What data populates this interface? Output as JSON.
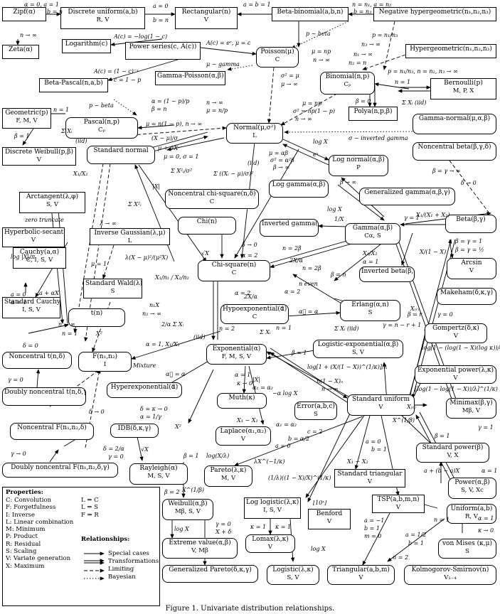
{
  "caption": "Figure 1.   Univariate distribution relationships.",
  "nodes": [
    {
      "id": "zipf",
      "name": "Zipf(α)",
      "sub": ""
    },
    {
      "id": "discunif",
      "name": "Discrete uniform(a,b)",
      "sub": "R, V"
    },
    {
      "id": "rect",
      "name": "Rectangular(n)",
      "sub": "V"
    },
    {
      "id": "betabin",
      "name": "Beta-binomial(a,b,n)",
      "sub": ""
    },
    {
      "id": "neghyper",
      "name": "Negative hypergeometric(n₁,n₂,n₃)",
      "sub": ""
    },
    {
      "id": "zeta",
      "name": "Zeta(α)",
      "sub": ""
    },
    {
      "id": "logarithm",
      "name": "Logarithm(c)",
      "sub": ""
    },
    {
      "id": "powerseries",
      "name": "Power series(c, A(c))",
      "sub": ""
    },
    {
      "id": "poisson",
      "name": "Poisson(μ)",
      "sub": "C"
    },
    {
      "id": "hypergeo",
      "name": "Hypergeometric(n₁,n₂,n₃)",
      "sub": ""
    },
    {
      "id": "gammapoisson",
      "name": "Gamma-Poisson(α,β)",
      "sub": ""
    },
    {
      "id": "betapascal",
      "name": "Beta-Pascal(n,a,b)",
      "sub": ""
    },
    {
      "id": "binomial",
      "name": "Binomial(n,p)",
      "sub": "Cₚ"
    },
    {
      "id": "bernoulli",
      "name": "Bernoulli(p)",
      "sub": "M, P, X"
    },
    {
      "id": "geometric",
      "name": "Geometric(p)",
      "sub": "F, M, V"
    },
    {
      "id": "pascal",
      "name": "Pascal(n,p)",
      "sub": "Cₚ"
    },
    {
      "id": "polya",
      "name": "Polya(n,p,β)",
      "sub": ""
    },
    {
      "id": "normal",
      "name": "Normal(μ,σ²)",
      "sub": "L"
    },
    {
      "id": "gammanormal",
      "name": "Gamma-normal(μ,α,β)",
      "sub": ""
    },
    {
      "id": "discweibull",
      "name": "Discrete Weibull(p,β)",
      "sub": "V"
    },
    {
      "id": "stdnormal",
      "name": "Standard normal",
      "sub": ""
    },
    {
      "id": "lognormal",
      "name": "Log normal(α,β)",
      "sub": "P"
    },
    {
      "id": "noncbeta",
      "name": "Noncentral beta(β,γ,δ)",
      "sub": ""
    },
    {
      "id": "loggamma",
      "name": "Log gamma(α,β)",
      "sub": ""
    },
    {
      "id": "gengamma",
      "name": "Generalized gamma(α,β,γ)",
      "sub": ""
    },
    {
      "id": "arctangent",
      "name": "Arctangent(λ,φ)",
      "sub": "S, V"
    },
    {
      "id": "noncchisq",
      "name": "Noncentral chi-square(n,δ)",
      "sub": "C"
    },
    {
      "id": "hypsecant",
      "name": "Hyperbolic-secant",
      "sub": "V"
    },
    {
      "id": "chi",
      "name": "Chi(n)",
      "sub": ""
    },
    {
      "id": "invgamma",
      "name": "Inverted gamma(α,β)",
      "sub": ""
    },
    {
      "id": "gamma",
      "name": "Gamma(α,β)",
      "sub": "Cα, S"
    },
    {
      "id": "beta",
      "name": "Beta(β,γ)",
      "sub": ""
    },
    {
      "id": "invgauss",
      "name": "Inverse Gaussian(λ,μ)",
      "sub": "L"
    },
    {
      "id": "cauchy",
      "name": "Cauchy(a,α)",
      "sub": "C, I, S, V"
    },
    {
      "id": "chisq",
      "name": "Chi-square(n)",
      "sub": "C"
    },
    {
      "id": "invbeta",
      "name": "Inverted beta(β,γ)",
      "sub": ""
    },
    {
      "id": "arcsin",
      "name": "Arcsin",
      "sub": "V"
    },
    {
      "id": "stdwald",
      "name": "Standard Wald(λ)",
      "sub": "S"
    },
    {
      "id": "makeham",
      "name": "Makeham(δ,κ,γ)",
      "sub": ""
    },
    {
      "id": "stdcauchy",
      "name": "Standard Cauchy",
      "sub": "I, S, V"
    },
    {
      "id": "t",
      "name": "t(n)",
      "sub": ""
    },
    {
      "id": "hypoexp",
      "name": "Hypoexponential(α⃗)",
      "sub": "C"
    },
    {
      "id": "erlang",
      "name": "Erlang(α,n)",
      "sub": "S"
    },
    {
      "id": "gompertz",
      "name": "Gompertz(δ,κ)",
      "sub": "V"
    },
    {
      "id": "nonct",
      "name": "Noncentral t(n,δ)",
      "sub": ""
    },
    {
      "id": "f",
      "name": "F(n₁,n₂)",
      "sub": "I"
    },
    {
      "id": "exponential",
      "name": "Exponential(α)",
      "sub": "F, M, S, V"
    },
    {
      "id": "logisticexp",
      "name": "Logistic-exponential(α,β)",
      "sub": "S, V"
    },
    {
      "id": "exppower",
      "name": "Exponential power(λ,κ)",
      "sub": "V"
    },
    {
      "id": "dnonct",
      "name": "Doubly noncentral t(n,δ,γ)",
      "sub": ""
    },
    {
      "id": "hyperexp",
      "name": "Hyperexponential(α⃗)",
      "sub": ""
    },
    {
      "id": "muth",
      "name": "Muth(κ)",
      "sub": ""
    },
    {
      "id": "error",
      "name": "Error(a,b,c)",
      "sub": "S"
    },
    {
      "id": "stdunif",
      "name": "Standard uniform",
      "sub": "V"
    },
    {
      "id": "minimax",
      "name": "Minimax(β,γ)",
      "sub": "Mβ, V"
    },
    {
      "id": "noncf",
      "name": "Noncentral F(n₁,n₂,δ)",
      "sub": ""
    },
    {
      "id": "idb",
      "name": "IDB(δ,κ,γ)",
      "sub": ""
    },
    {
      "id": "laplace",
      "name": "Laplace(α₁,α₂)",
      "sub": "V"
    },
    {
      "id": "stdpower",
      "name": "Standard power(β)",
      "sub": "V, X"
    },
    {
      "id": "dnoncf",
      "name": "Doubly noncentral F(n₁,n₂,δ,γ)",
      "sub": ""
    },
    {
      "id": "rayleigh",
      "name": "Rayleigh(α)",
      "sub": "M, S, V"
    },
    {
      "id": "pareto",
      "name": "Pareto(λ,κ)",
      "sub": "M, V"
    },
    {
      "id": "stdtriang",
      "name": "Standard triangular",
      "sub": "V"
    },
    {
      "id": "power",
      "name": "Power(α,β)",
      "sub": "S, V, Xc"
    },
    {
      "id": "weibull",
      "name": "Weibull(α,β)",
      "sub": "Mβ, S, V"
    },
    {
      "id": "loglogistic",
      "name": "Log logistic(λ,κ)",
      "sub": "I, S, V"
    },
    {
      "id": "benford",
      "name": "Benford",
      "sub": "V"
    },
    {
      "id": "tsp",
      "name": "TSP(a,b,m,n)",
      "sub": "V"
    },
    {
      "id": "uniform",
      "name": "Uniform(a,b)",
      "sub": "R, V"
    },
    {
      "id": "extreme",
      "name": "Extreme value(α,β)",
      "sub": "V, Mβ"
    },
    {
      "id": "lomax",
      "name": "Lomax(λ,κ)",
      "sub": "V"
    },
    {
      "id": "vonmises",
      "name": "von Mises (κ,μ)",
      "sub": "S"
    },
    {
      "id": "genpareto",
      "name": "Generalized Pareto(δ,κ,γ)",
      "sub": ""
    },
    {
      "id": "logistic",
      "name": "Logistic(λ,κ)",
      "sub": "S, V"
    },
    {
      "id": "triangular",
      "name": "Triangular(a,b,m)",
      "sub": "V"
    },
    {
      "id": "ks",
      "name": "Kolmogorov-Smirnov(n)",
      "sub": "V₁₋₄"
    }
  ],
  "labels": [
    "α = 0, a = 1",
    "b = n",
    "a = 0",
    "b = n",
    "a = b = 1",
    "n = n₁, a = n₂",
    "b = n₃",
    "n → ∞",
    "A(c) = −log(1 − c)",
    "A(c) = eᶜ, μ = c",
    "p ~ beta",
    "p = n₁/n₃",
    "n₃ → ∞",
    "n₁ → ∞",
    "n₂ = n",
    "μ = np",
    "n → ∞",
    "μ ~ gamma",
    "A(c) = (1 − c)⁻ˣ",
    "c = 1 − p",
    "p = n₁/n₃, n = n₂, n₃ → ∞",
    "n = 1",
    "σ² = μ",
    "μ → ∞",
    "α = (1 − p)/p",
    "β = n",
    "p ~ beta",
    "n → ∞",
    "μ = n/p",
    "μ = np",
    "σ² = np(1 − p)",
    "n → ∞",
    "β = 0",
    "Σ Xᵢ (iid)",
    "n = 1",
    "β = 1",
    "Σ Xᵢ",
    "(iid)",
    "μ = n(1 − p), n → ∞",
    "(X − μ)/σ",
    "μ + σX",
    "μ = 0, σ = 1",
    "σ ~ inverted gamma",
    "log X",
    "eˣ",
    "μ = αβ",
    "σ² = α²β",
    "β → ∞",
    "β = γ → ∞",
    "δ → 0",
    "X₁/X₂",
    "zero truncate",
    "Σ X²ᵢ/σ²",
    "Σ ((Xᵢ − μ)/σ)²",
    "(iid)",
    "|X|",
    "Σ X²ᵢ",
    "β → ∞",
    "log X",
    "λ → ∞",
    "log |X|/π",
    "μ = 1",
    "λ(X − μ)²/(μ²X)",
    "√X",
    "δ → 0",
    "1/X",
    "γ = 1",
    "X₁/(X₁ + X₂)",
    "β = γ = 1",
    "β = γ = ½",
    "a + αX",
    "a = 0",
    "α = 1",
    "X₁/n₁ / X₂/n₂",
    "α = 2",
    "n = 2β",
    "2X/α",
    "n = 2β",
    "X₁/X₂",
    "α = 1",
    "X/(1 − X)",
    "β = n",
    "n even",
    "α = 2",
    "2X/α",
    "α = 2",
    "n₁X",
    "n₂ → ∞",
    "α⃗ = α",
    "β = r",
    "X₍ᵣ₎",
    "γ = n − r + 1",
    "γ = 0",
    "n → ∞",
    "n = 1",
    "X²",
    "2/α Σ Xᵢ",
    "(iid)",
    "n = 2",
    "Σ Xᵢ",
    "n = 1",
    "Σ Xᵢ (iid)",
    "log[1 − (log(1 − X)(log κ))/δ] / log κ",
    "δ = 0",
    "α = 1, X₁/X₂",
    "Mixture",
    "β = 1",
    "log[1 + (X/(1 − X))^(1/κ)]/λ",
    "[log(1 − log(1 − X))/λ]^(1/κ)",
    "γ = 0",
    "α⃗ = α",
    "α = 1",
    "κ → 0",
    "|X|",
    "α₁ = α₂",
    "n(1 − X)ₙ",
    "n → ∞",
    "δ → 0",
    "−α log X",
    "X₍ₙ₎",
    "X^(1/β)",
    "δ = κ → 0",
    "α = 1/γ",
    "X₁ − X₂",
    "α₁ = α₂",
    "c = 2",
    "b = α/2",
    "a = 0",
    "X²",
    "γ = 1",
    "δ = 2/α",
    "γ = 0",
    "√X",
    "γ → 0",
    "β = 1",
    "log(X/λ)",
    "λX^(−1/κ)",
    "X₁ − X₂",
    "a = 0",
    "b = 1",
    "β = 1",
    "a + (b − a)X",
    "α = 1",
    "β = 2",
    "X^(1/β)",
    "(1/λ)((1 − X)/X)^(1/κ)",
    "⌊10ˣ⌋",
    "a = −1",
    "b = 1",
    "m = 0",
    "n = 1",
    "α = 1",
    "κ → 0",
    "log X",
    "γ = 0",
    "X + δ",
    "κ = 1",
    "κ = 1",
    "log X",
    "a = 1/2",
    "b = 1",
    "n = 2"
  ],
  "legend": {
    "properties_title": "Properties:",
    "properties": [
      "C: Convolution",
      "F: Forgetfulness",
      "I: Inverse",
      "L: Linear combination",
      "M: Minimum",
      "P: Product",
      "R: Residual",
      "S: Scaling",
      "V: Variate generation",
      "X: Maximum"
    ],
    "implications": [
      "L ⇒ C",
      "L ⇒ S",
      "F ⇒ R"
    ],
    "relationships_title": "Relationships:",
    "relationships": [
      "Special cases",
      "Transformations",
      "Limiting",
      "Bayesian"
    ]
  }
}
